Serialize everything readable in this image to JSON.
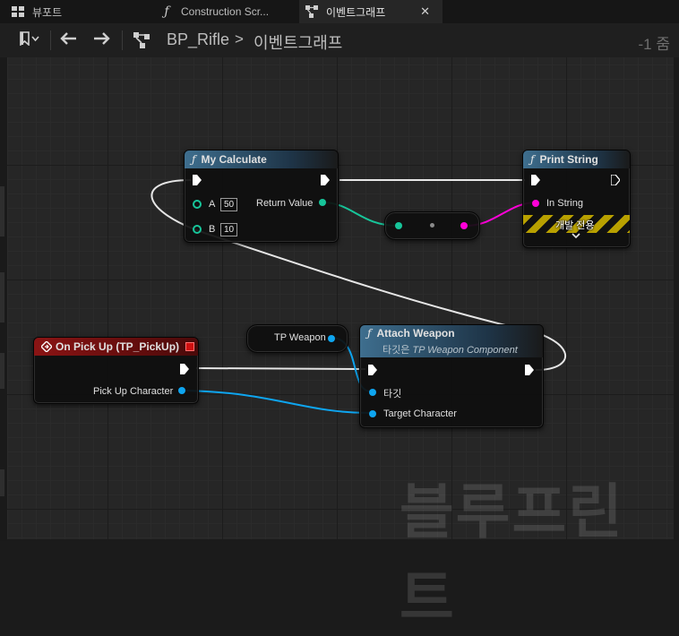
{
  "tabs": [
    {
      "icon": "viewport-grid-icon",
      "label": "뷰포트"
    },
    {
      "icon": "function-icon",
      "label": "Construction Scr..."
    },
    {
      "icon": "event-graph-icon",
      "label": "이벤트그래프",
      "active": true
    }
  ],
  "toolbar": {
    "blueprint_name": "BP_Rifle",
    "separator": ">",
    "graph_name": "이벤트그래프",
    "zoom": "-1 줌"
  },
  "nodes": {
    "my_calculate": {
      "title": "My Calculate",
      "pin_a_label": "A",
      "pin_a_value": "50",
      "pin_b_label": "B",
      "pin_b_value": "10",
      "return_label": "Return Value"
    },
    "print_string": {
      "title": "Print String",
      "in_string_label": "In String",
      "dev_only_label": "개발 전용"
    },
    "pick_up": {
      "title": "On Pick Up (TP_PickUp)",
      "character_label": "Pick Up Character"
    },
    "tp_weapon": {
      "label": "TP Weapon"
    },
    "attach_weapon": {
      "title": "Attach Weapon",
      "subtitle_prefix": "타깃은 ",
      "subtitle_target": "TP Weapon Component",
      "target_label": "타깃",
      "target_character_label": "Target Character"
    }
  },
  "watermark": "블루프린트",
  "colors": {
    "exec_wire": "#ffffff",
    "float_pin": "#17c59a",
    "string_pin": "#ff00d8",
    "object_pin": "#0ea5f0",
    "event_header": "#7a0f0f",
    "function_header": "#3e6e8e"
  }
}
